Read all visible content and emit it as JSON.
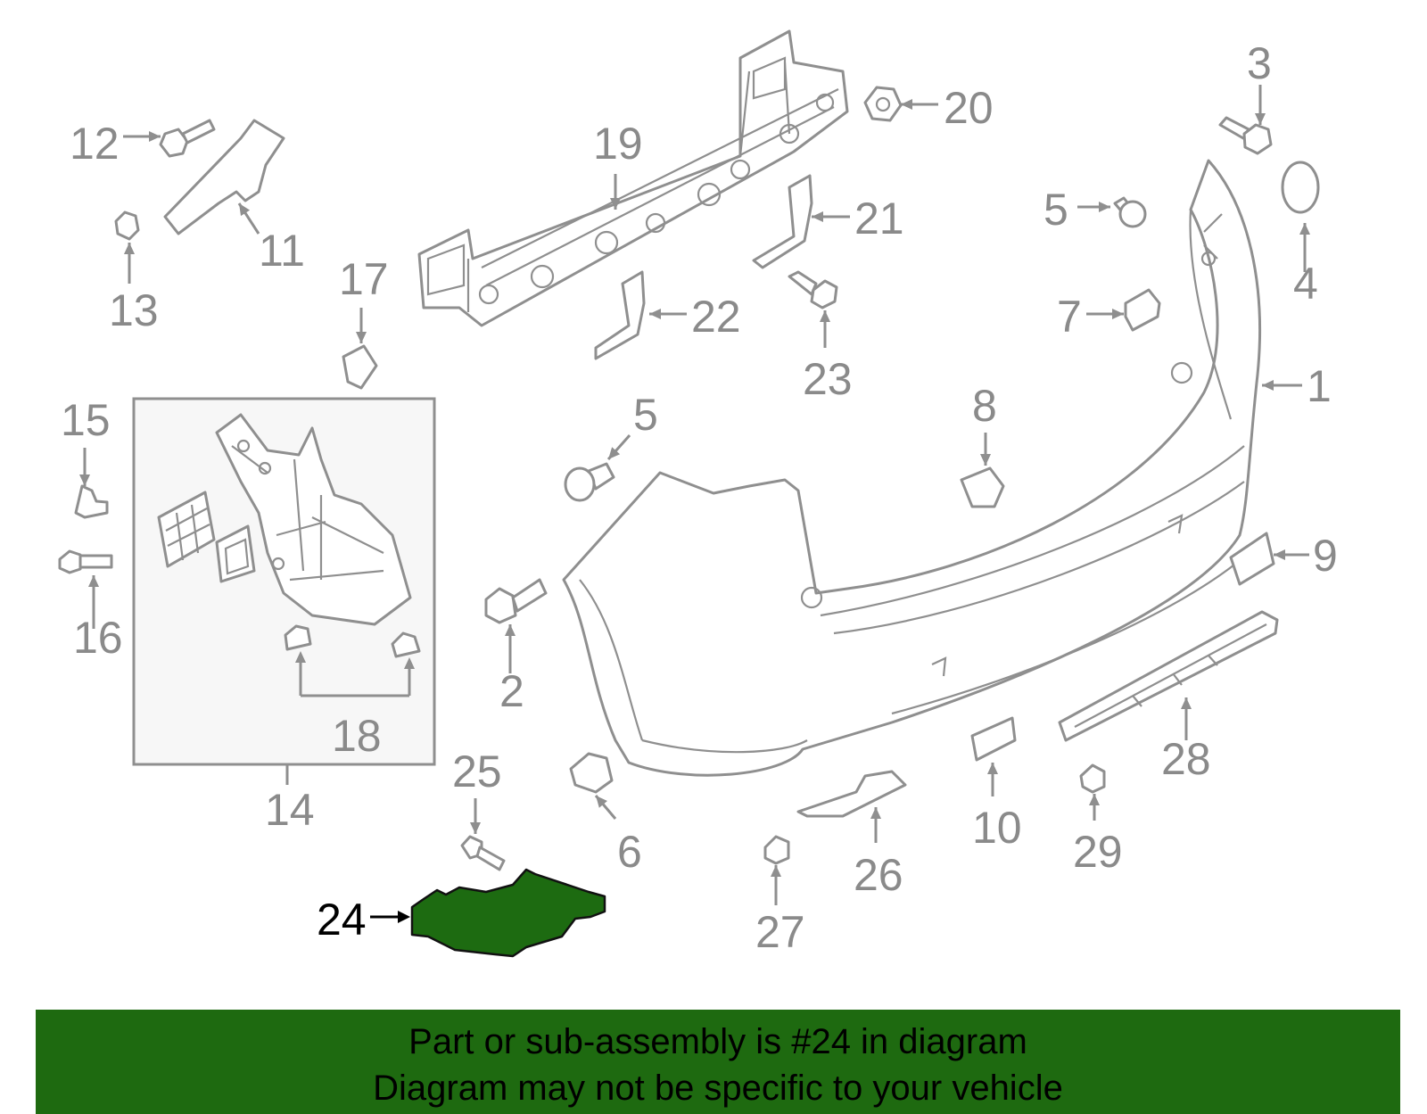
{
  "labels": [
    {
      "id": "1",
      "text": "1"
    },
    {
      "id": "2",
      "text": "2"
    },
    {
      "id": "3",
      "text": "3"
    },
    {
      "id": "4",
      "text": "4"
    },
    {
      "id": "5a",
      "text": "5"
    },
    {
      "id": "5b",
      "text": "5"
    },
    {
      "id": "6",
      "text": "6"
    },
    {
      "id": "7",
      "text": "7"
    },
    {
      "id": "8",
      "text": "8"
    },
    {
      "id": "9",
      "text": "9"
    },
    {
      "id": "10",
      "text": "10"
    },
    {
      "id": "11",
      "text": "11"
    },
    {
      "id": "12",
      "text": "12"
    },
    {
      "id": "13",
      "text": "13"
    },
    {
      "id": "14",
      "text": "14"
    },
    {
      "id": "15",
      "text": "15"
    },
    {
      "id": "16",
      "text": "16"
    },
    {
      "id": "17",
      "text": "17"
    },
    {
      "id": "18",
      "text": "18"
    },
    {
      "id": "19",
      "text": "19"
    },
    {
      "id": "20",
      "text": "20"
    },
    {
      "id": "21",
      "text": "21"
    },
    {
      "id": "22",
      "text": "22"
    },
    {
      "id": "23",
      "text": "23"
    },
    {
      "id": "24",
      "text": "24"
    },
    {
      "id": "25",
      "text": "25"
    },
    {
      "id": "26",
      "text": "26"
    },
    {
      "id": "27",
      "text": "27"
    },
    {
      "id": "28",
      "text": "28"
    },
    {
      "id": "29",
      "text": "29"
    }
  ],
  "highlighted_part": "24",
  "colors": {
    "highlight": "#1e6a10",
    "parts": "#8f8f8f"
  },
  "footer": {
    "line1": "Part or sub-assembly is #24 in diagram",
    "line2": "Diagram may not be specific to your vehicle"
  }
}
